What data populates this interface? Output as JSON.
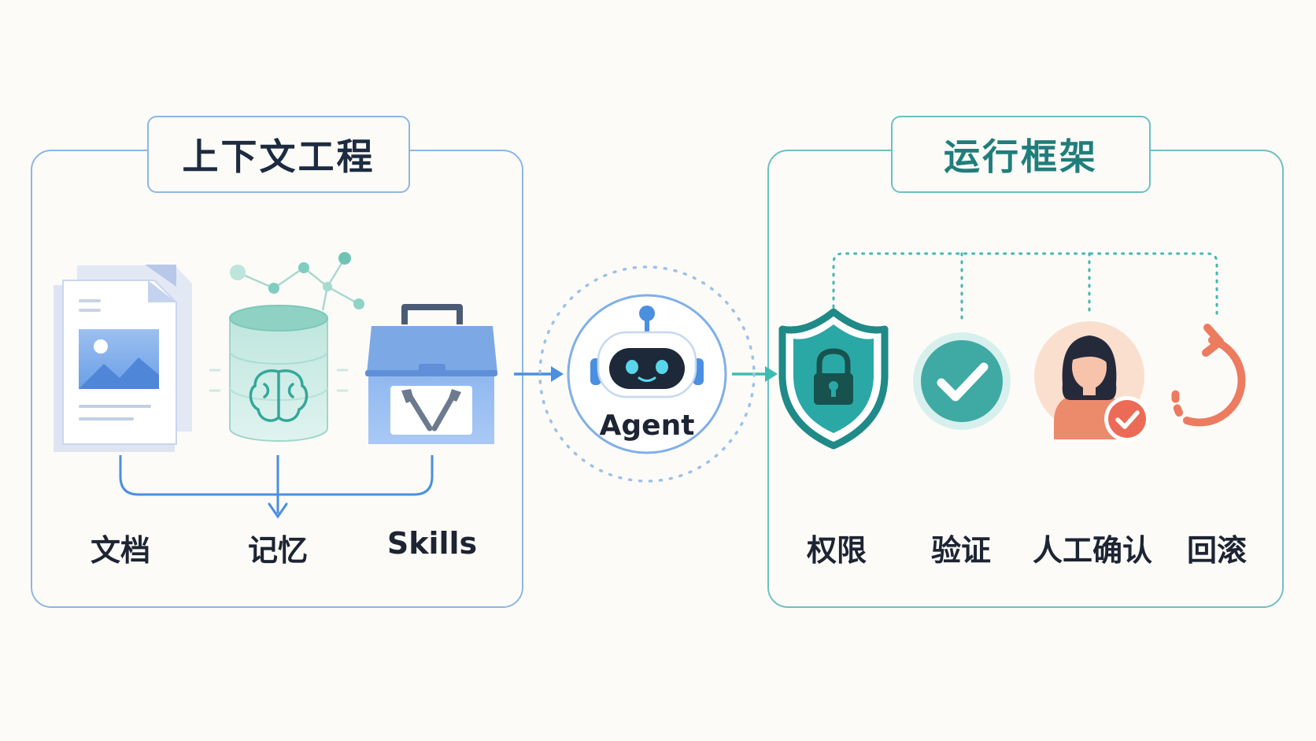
{
  "left_panel": {
    "title": "上下文工程",
    "items": [
      {
        "label": "文档",
        "icon": "document-icon"
      },
      {
        "label": "记忆",
        "icon": "memory-database-icon"
      },
      {
        "label": "Skills",
        "icon": "toolbox-icon"
      }
    ]
  },
  "center": {
    "label": "Agent",
    "icon": "robot-icon"
  },
  "right_panel": {
    "title": "运行框架",
    "items": [
      {
        "label": "权限",
        "icon": "shield-lock-icon"
      },
      {
        "label": "验证",
        "icon": "check-circle-icon"
      },
      {
        "label": "人工确认",
        "icon": "human-approval-icon"
      },
      {
        "label": "回滚",
        "icon": "rollback-arrow-icon"
      }
    ]
  },
  "colors": {
    "blue_accent": "#4a8fe0",
    "teal_accent": "#2aa8a6",
    "dark_teal": "#1f7e7c",
    "coral": "#ec7b60",
    "text_dark": "#1d2433"
  }
}
